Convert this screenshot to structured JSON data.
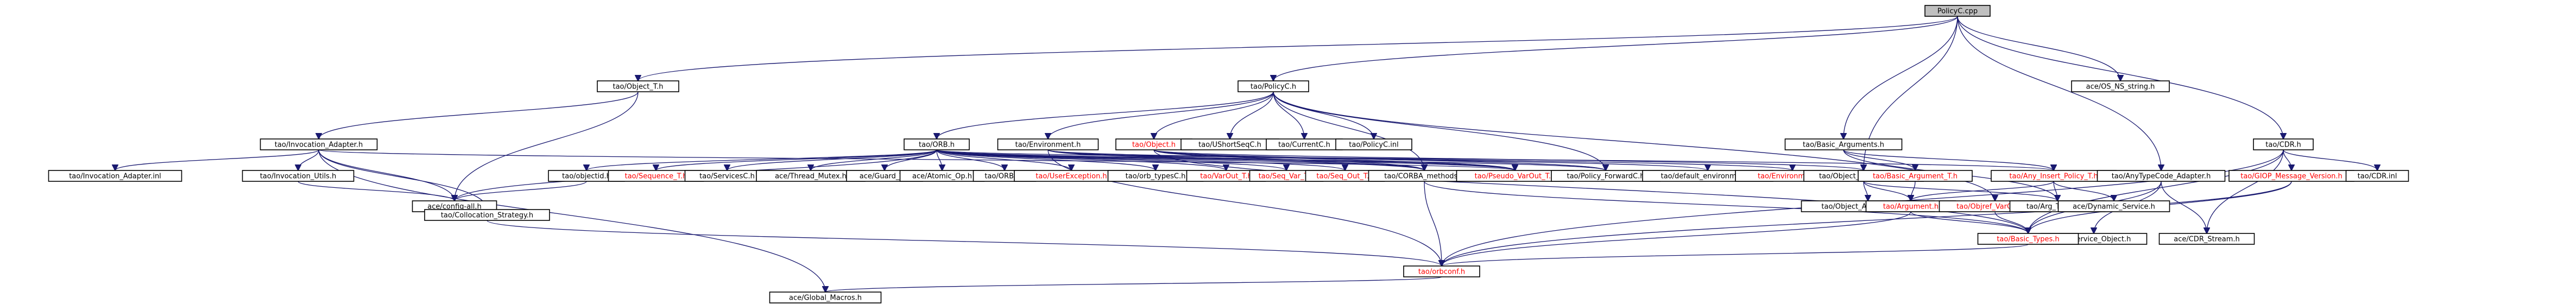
{
  "diagram": {
    "type": "include-dependency-graph",
    "root": "PolicyC.cpp",
    "colors": {
      "edge": "#191970",
      "root_fill": "#bfbfbf",
      "node_fill": "#ffffff",
      "node_stroke": "#000000",
      "default_text": "#000000",
      "highlight_text": "#ff0000"
    },
    "nodes": [
      {
        "id": "n0",
        "label": "PolicyC.cpp",
        "root": true
      },
      {
        "id": "n1",
        "label": "tao/Object_T.h"
      },
      {
        "id": "n2",
        "label": "tao/PolicyC.h"
      },
      {
        "id": "n3",
        "label": "ace/OS_NS_string.h"
      },
      {
        "id": "n4",
        "label": "tao/Invocation_Adapter.h"
      },
      {
        "id": "n5",
        "label": "tao/ORB.h"
      },
      {
        "id": "n6",
        "label": "tao/Environment.h"
      },
      {
        "id": "n7",
        "label": "tao/Object.h",
        "red": true
      },
      {
        "id": "n8",
        "label": "tao/UShortSeqC.h"
      },
      {
        "id": "n9",
        "label": "tao/CurrentC.h"
      },
      {
        "id": "n10",
        "label": "tao/PolicyC.inl"
      },
      {
        "id": "n11",
        "label": "tao/Basic_Arguments.h"
      },
      {
        "id": "n12",
        "label": "tao/CDR.h"
      },
      {
        "id": "n13",
        "label": "tao/Invocation_Adapter.inl"
      },
      {
        "id": "n14",
        "label": "tao/Invocation_Utils.h"
      },
      {
        "id": "n15",
        "label": "tao/objectid.h"
      },
      {
        "id": "n16",
        "label": "tao/Sequence_T.h",
        "red": true
      },
      {
        "id": "n17",
        "label": "tao/ServicesC.h"
      },
      {
        "id": "n18",
        "label": "ace/Thread_Mutex.h"
      },
      {
        "id": "n19",
        "label": "ace/Guard_T.h"
      },
      {
        "id": "n20",
        "label": "ace/Atomic_Op.h"
      },
      {
        "id": "n21",
        "label": "tao/ORB.inl"
      },
      {
        "id": "n22",
        "label": "tao/UserException.h",
        "red": true
      },
      {
        "id": "n23",
        "label": "tao/orb_typesC.h"
      },
      {
        "id": "n24",
        "label": "tao/VarOut_T.h",
        "red": true
      },
      {
        "id": "n25",
        "label": "tao/Seq_Var_T.h",
        "red": true
      },
      {
        "id": "n26",
        "label": "tao/Seq_Out_T.h",
        "red": true
      },
      {
        "id": "n27",
        "label": "tao/CORBA_methods.h"
      },
      {
        "id": "n28",
        "label": "tao/Pseudo_VarOut_T.h",
        "red": true
      },
      {
        "id": "n29",
        "label": "tao/Policy_ForwardC.h"
      },
      {
        "id": "n30",
        "label": "tao/default_environment.h"
      },
      {
        "id": "n31",
        "label": "tao/Environment.inl",
        "red": true
      },
      {
        "id": "n32",
        "label": "tao/Object_Argument_T.h"
      },
      {
        "id": "n33",
        "label": "tao/Basic_Argument_T.h",
        "red": true
      },
      {
        "id": "n34",
        "label": "tao/Any_Insert_Policy_T.h",
        "red": true
      },
      {
        "id": "n35",
        "label": "tao/AnyTypeCode_Adapter.h"
      },
      {
        "id": "n36",
        "label": "tao/GIOP_Message_Version.h",
        "red": true
      },
      {
        "id": "n37",
        "label": "tao/CDR.inl"
      },
      {
        "id": "n38",
        "label": "ace/config-all.h"
      },
      {
        "id": "n39",
        "label": "tao/Collocation_Strategy.h"
      },
      {
        "id": "n40",
        "label": "tao/Object_Argument_T.inl"
      },
      {
        "id": "n41",
        "label": "tao/Argument.h",
        "red": true
      },
      {
        "id": "n42",
        "label": "tao/Objref_VarOut_T.h",
        "red": true
      },
      {
        "id": "n43",
        "label": "tao/Arg_Traits_T.h"
      },
      {
        "id": "n44",
        "label": "ace/Dynamic_Service.h"
      },
      {
        "id": "n45",
        "label": "ace/Service_Object.h"
      },
      {
        "id": "n46",
        "label": "ace/CDR_Stream.h"
      },
      {
        "id": "n47",
        "label": "tao/Basic_Types.h",
        "red": true
      },
      {
        "id": "n48",
        "label": "tao/orbconf.h",
        "red": true
      },
      {
        "id": "n49",
        "label": "ace/Global_Macros.h"
      }
    ],
    "edges": [
      [
        "n0",
        "n1"
      ],
      [
        "n0",
        "n2"
      ],
      [
        "n0",
        "n3"
      ],
      [
        "n0",
        "n11"
      ],
      [
        "n0",
        "n12"
      ],
      [
        "n0",
        "n32"
      ],
      [
        "n0",
        "n35"
      ],
      [
        "n1",
        "n4"
      ],
      [
        "n1",
        "n38"
      ],
      [
        "n2",
        "n5"
      ],
      [
        "n2",
        "n6"
      ],
      [
        "n2",
        "n7"
      ],
      [
        "n2",
        "n8"
      ],
      [
        "n2",
        "n9"
      ],
      [
        "n2",
        "n10"
      ],
      [
        "n2",
        "n27"
      ],
      [
        "n2",
        "n29"
      ],
      [
        "n2",
        "n42"
      ],
      [
        "n4",
        "n13"
      ],
      [
        "n4",
        "n14"
      ],
      [
        "n4",
        "n38"
      ],
      [
        "n4",
        "n39"
      ],
      [
        "n4",
        "n28"
      ],
      [
        "n4",
        "n49"
      ],
      [
        "n5",
        "n15"
      ],
      [
        "n5",
        "n16"
      ],
      [
        "n5",
        "n17"
      ],
      [
        "n5",
        "n18"
      ],
      [
        "n5",
        "n19"
      ],
      [
        "n5",
        "n20"
      ],
      [
        "n5",
        "n21"
      ],
      [
        "n5",
        "n22"
      ],
      [
        "n5",
        "n23"
      ],
      [
        "n5",
        "n24"
      ],
      [
        "n5",
        "n25"
      ],
      [
        "n5",
        "n26"
      ],
      [
        "n5",
        "n27"
      ],
      [
        "n5",
        "n28"
      ],
      [
        "n5",
        "n29"
      ],
      [
        "n5",
        "n38"
      ],
      [
        "n5",
        "n34"
      ],
      [
        "n6",
        "n27"
      ],
      [
        "n6",
        "n30"
      ],
      [
        "n6",
        "n31"
      ],
      [
        "n6",
        "n28"
      ],
      [
        "n6",
        "n48"
      ],
      [
        "n7",
        "n27"
      ],
      [
        "n7",
        "n28"
      ],
      [
        "n7",
        "n29"
      ],
      [
        "n7",
        "n32"
      ],
      [
        "n7",
        "n47"
      ],
      [
        "n11",
        "n33"
      ],
      [
        "n11",
        "n34"
      ],
      [
        "n11",
        "n43"
      ],
      [
        "n12",
        "n36"
      ],
      [
        "n12",
        "n37"
      ],
      [
        "n12",
        "n46"
      ],
      [
        "n12",
        "n47"
      ],
      [
        "n12",
        "n48"
      ],
      [
        "n14",
        "n38"
      ],
      [
        "n15",
        "n38"
      ],
      [
        "n27",
        "n47"
      ],
      [
        "n27",
        "n48"
      ],
      [
        "n32",
        "n40"
      ],
      [
        "n32",
        "n41"
      ],
      [
        "n32",
        "n43"
      ],
      [
        "n33",
        "n41"
      ],
      [
        "n34",
        "n41"
      ],
      [
        "n34",
        "n43"
      ],
      [
        "n34",
        "n44"
      ],
      [
        "n35",
        "n45"
      ],
      [
        "n35",
        "n46"
      ],
      [
        "n35",
        "n47"
      ],
      [
        "n36",
        "n47"
      ],
      [
        "n36",
        "n48"
      ],
      [
        "n39",
        "n48"
      ],
      [
        "n41",
        "n47"
      ],
      [
        "n41",
        "n48"
      ],
      [
        "n42",
        "n47"
      ],
      [
        "n47",
        "n48"
      ],
      [
        "n48",
        "n49"
      ]
    ]
  }
}
